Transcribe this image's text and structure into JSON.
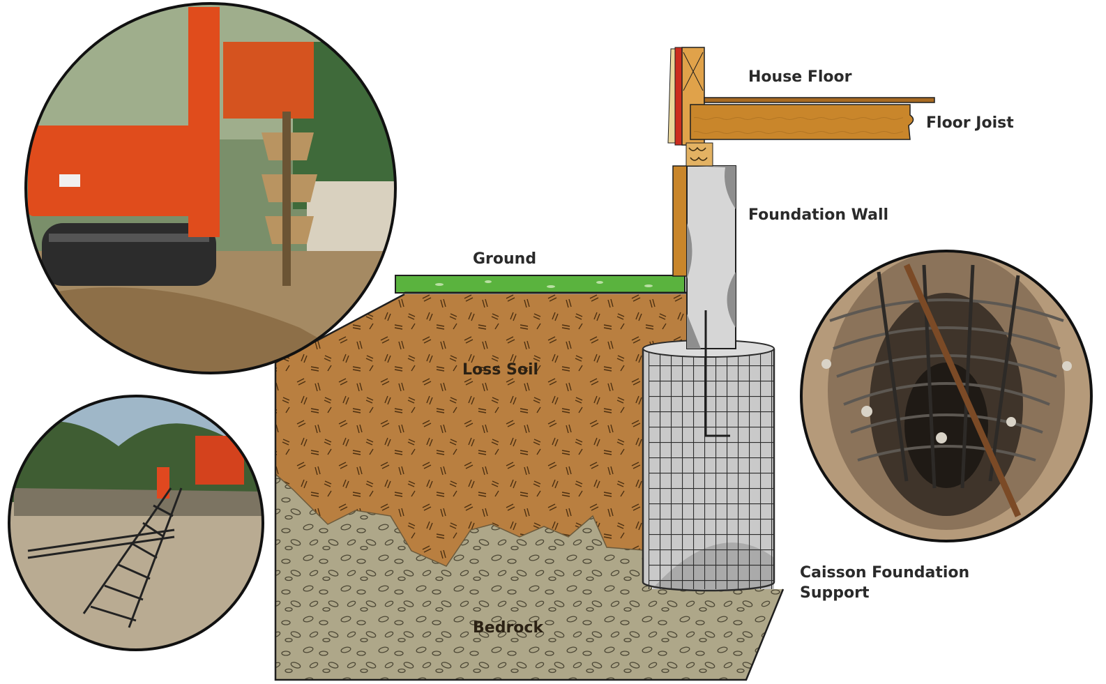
{
  "labels": {
    "house_floor": "House Floor",
    "floor_joist": "Floor Joist",
    "foundation_wall": "Foundation Wall",
    "ground": "Ground",
    "loss_soil": "Loss Soil",
    "bedrock": "Bedrock",
    "caisson_line1": "Caisson Foundation",
    "caisson_line2": "Support"
  },
  "colors": {
    "soil": "#b97f40",
    "bedrock": "#aea789",
    "grass": "#5ab33e",
    "wood": "#c9862b",
    "concrete": "#d3d3d3",
    "rebar": "#333333"
  }
}
